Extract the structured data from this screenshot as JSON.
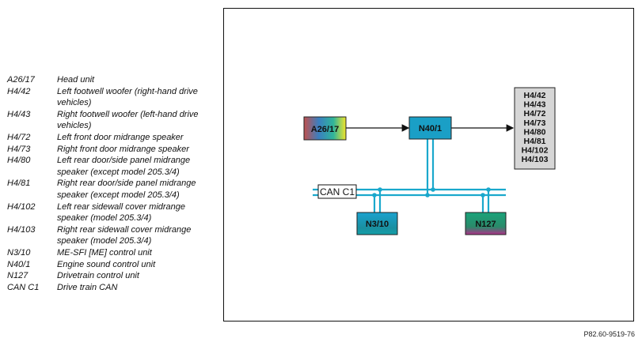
{
  "legend": {
    "items": [
      {
        "code": "A26/17",
        "desc": "Head unit"
      },
      {
        "code": "H4/42",
        "desc": "Left footwell woofer (right-hand drive vehicles)"
      },
      {
        "code": "H4/43",
        "desc": "Right footwell woofer (left-hand drive vehicles)"
      },
      {
        "code": "H4/72",
        "desc": "Left front door midrange speaker"
      },
      {
        "code": "H4/73",
        "desc": "Right front door midrange speaker"
      },
      {
        "code": "H4/80",
        "desc": "Left rear door/side panel midrange speaker (except model 205.3/4)"
      },
      {
        "code": "H4/81",
        "desc": "Right rear door/side panel midrange speaker (except model 205.3/4)"
      },
      {
        "code": "H4/102",
        "desc": "Left rear sidewall cover midrange speaker (model 205.3/4)"
      },
      {
        "code": "H4/103",
        "desc": "Right rear sidewall cover midrange speaker (model 205.3/4)"
      },
      {
        "code": "N3/10",
        "desc": "ME-SFI [ME] control unit"
      },
      {
        "code": "N40/1",
        "desc": "Engine sound control unit"
      },
      {
        "code": "N127",
        "desc": "Drivetrain control unit"
      },
      {
        "code": "CAN C1",
        "desc": "Drive train CAN"
      }
    ]
  },
  "diagram": {
    "head_unit": "A26/17",
    "sound_control": "N40/1",
    "speakers": [
      "H4/42",
      "H4/43",
      "H4/72",
      "H4/73",
      "H4/80",
      "H4/81",
      "H4/102",
      "H4/103"
    ],
    "can_bus": "CAN C1",
    "me_control": "N3/10",
    "drivetrain_control": "N127"
  },
  "figure_ref": "P82.60-9519-76",
  "colors": {
    "bus_line": "#1aa8cc",
    "ecu_fill": "#1a9fc6",
    "speaker_fill": "#d6d6d6"
  }
}
